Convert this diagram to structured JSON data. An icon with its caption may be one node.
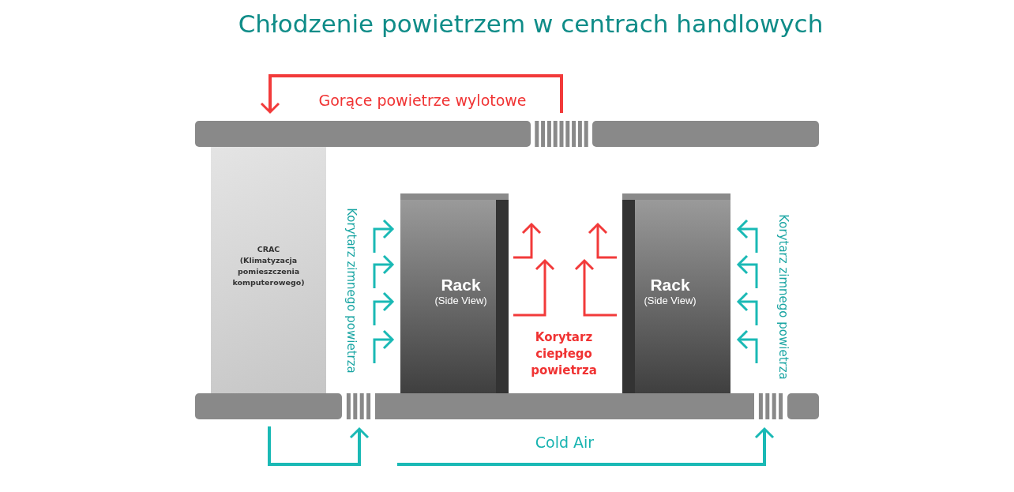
{
  "diagram": {
    "title": "Chłodzenie powietrzem w centrach handlowych",
    "nodes": [
      {
        "text": [
          "CRAC",
          "(Klimatyzacja pomieszczenia komputerowego)"
        ]
      },
      {
        "text": [
          "Rack",
          "(Side View)"
        ]
      },
      {
        "text": [
          "Rack",
          "(Side View)"
        ]
      }
    ],
    "labels": [
      "Gorące powietrze wylotowe",
      "Korytarz zimnego powietrza",
      "Korytarz ciepłego powietrza",
      "Korytarz zimnego powietrza",
      "Cold Air"
    ]
  }
}
